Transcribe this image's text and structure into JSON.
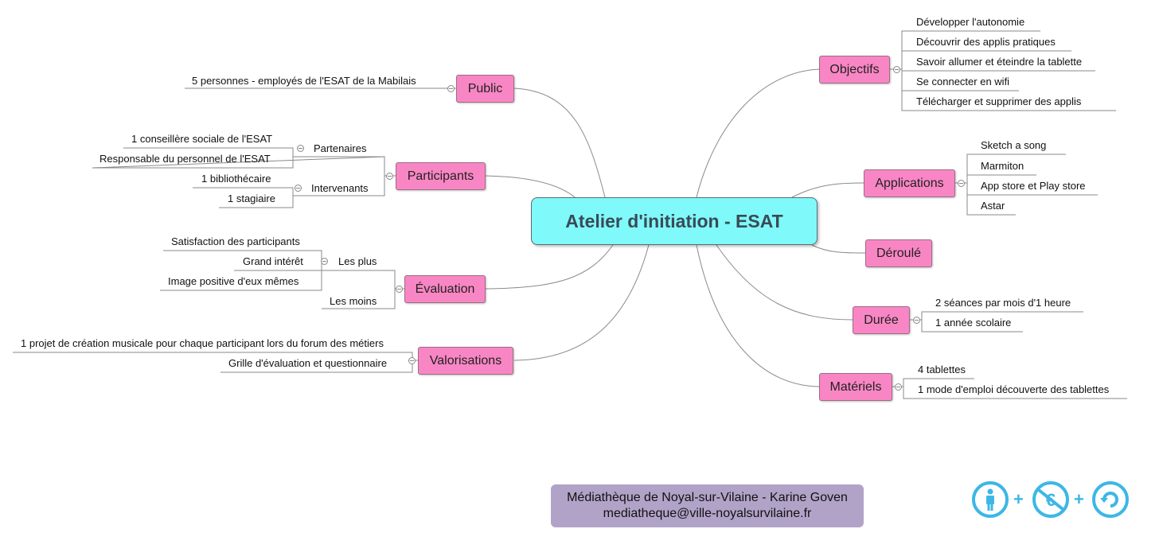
{
  "central": "Atelier d'initiation  - ESAT",
  "branches": {
    "public": {
      "label": "Public",
      "items": [
        "5 personnes  - employés de l'ESAT de la Mabilais"
      ]
    },
    "participants": {
      "label": "Participants",
      "partenaires": {
        "label": "Partenaires",
        "items": [
          "1 conseillère sociale de l'ESAT",
          "Responsable du personnel de l'ESAT"
        ]
      },
      "intervenants": {
        "label": "Intervenants",
        "items": [
          "1 bibliothécaire",
          "1 stagiaire"
        ]
      }
    },
    "evaluation": {
      "label": "Évaluation",
      "plus": {
        "label": "Les plus",
        "items": [
          "Satisfaction des participants",
          "Grand intérêt",
          "Image positive d'eux mêmes"
        ]
      },
      "moins": {
        "label": "Les moins"
      }
    },
    "valorisations": {
      "label": "Valorisations",
      "items": [
        "1 projet de création musicale pour chaque participant lors du forum des métiers",
        "Grille d'évaluation et questionnaire"
      ]
    },
    "objectifs": {
      "label": "Objectifs",
      "items": [
        "Développer l'autonomie",
        "Découvrir des applis pratiques",
        "Savoir allumer et éteindre la tablette",
        "Se connecter en wifi",
        "Télécharger et supprimer des applis"
      ]
    },
    "applications": {
      "label": "Applications",
      "items": [
        "Sketch a song",
        "Marmiton",
        "App store et Play store",
        "Astar"
      ]
    },
    "deroule": {
      "label": "Déroulé"
    },
    "duree": {
      "label": "Durée",
      "items": [
        "2 séances par mois d'1 heure",
        "1 année scolaire"
      ]
    },
    "materiels": {
      "label": "Matériels",
      "items": [
        "4 tablettes",
        "1 mode d'emploi découverte des tablettes"
      ]
    }
  },
  "footer": {
    "line1": "Médiathèque de Noyal-sur-Vilaine - Karine Goven",
    "line2": "mediatheque@ville-noyalsurvilaine.fr"
  },
  "license": {
    "plus": "+",
    "icons": [
      "person-icon",
      "no-commercial-icon",
      "share-alike-icon"
    ],
    "color": "#3cb7e6"
  },
  "colors": {
    "central": "#7ff9f9",
    "branch": "#f986c4",
    "footer": "#b1a3c8"
  }
}
